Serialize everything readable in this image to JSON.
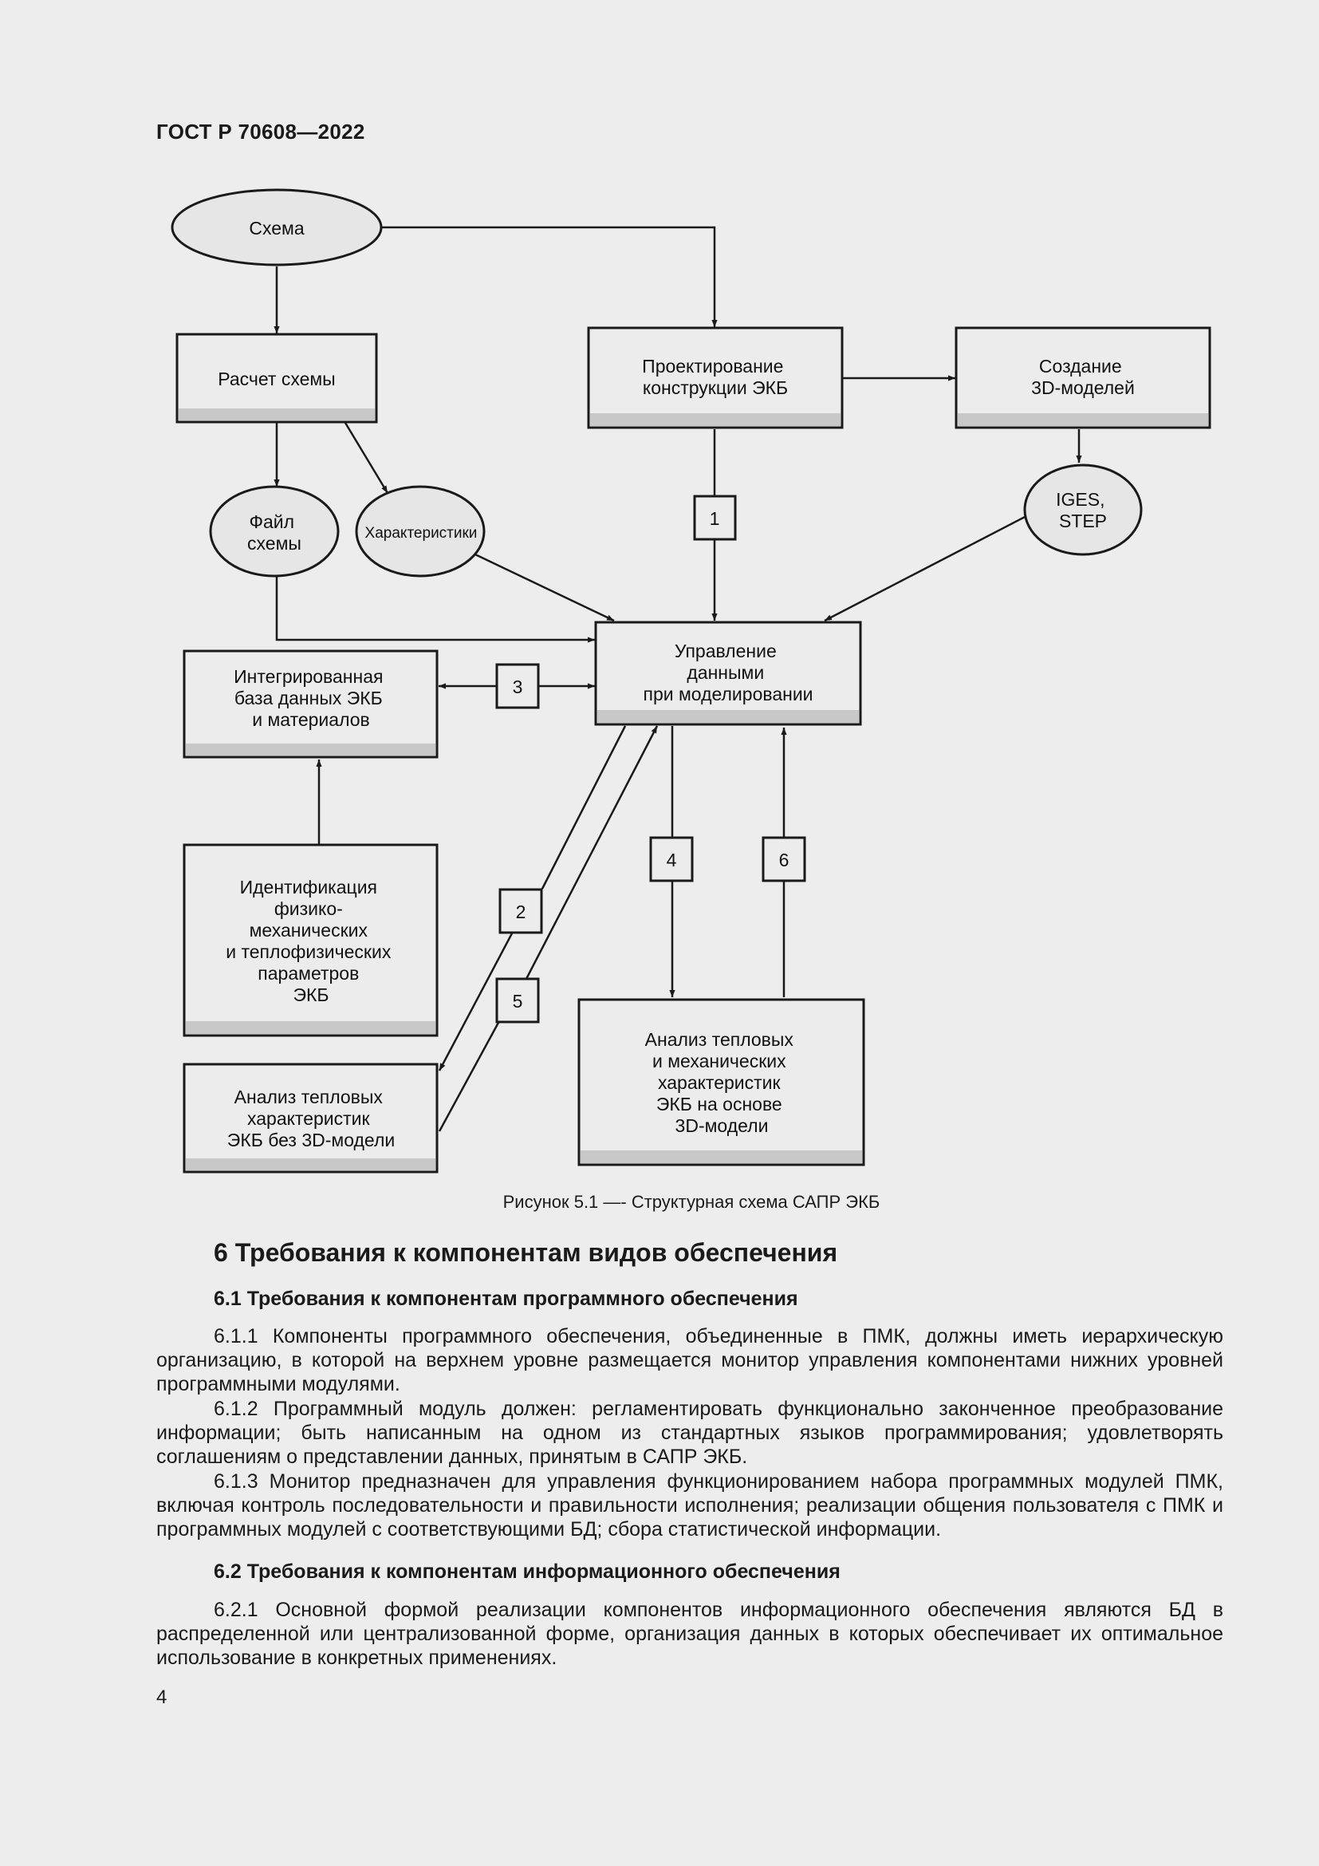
{
  "header": {
    "doc_code": "ГОСТ Р 70608—2022"
  },
  "diagram": {
    "nodes": {
      "schema": "Схема",
      "calc": "Расчет схемы",
      "design": [
        "Проектирование",
        "конструкции ЭКБ"
      ],
      "models3d": [
        "Создание",
        "3D-моделей"
      ],
      "schema_file": [
        "Файл",
        "схемы"
      ],
      "characteristics": "Характеристики",
      "iges": [
        "IGES,",
        "STEP"
      ],
      "data_mgmt": [
        "Управление",
        "данными",
        "при моделировании"
      ],
      "integrated_db": [
        "Интегрированная",
        "база данных ЭКБ",
        "и материалов"
      ],
      "identification": [
        "Идентификация",
        "физико-",
        "механических",
        "и теплофизических",
        "параметров",
        "ЭКБ"
      ],
      "thermal_no3d": [
        "Анализ тепловых",
        "характеристик",
        "ЭКБ без 3D-модели"
      ],
      "thermal_3d": [
        "Анализ тепловых",
        "и механических",
        "характеристик",
        "ЭКБ на основе",
        "3D-модели"
      ]
    },
    "labels": [
      "1",
      "2",
      "3",
      "4",
      "5",
      "6"
    ]
  },
  "figure_caption": "Рисунок 5.1 —- Структурная схема САПР ЭКБ",
  "section": {
    "title": "6  Требования к компонентам видов обеспечения",
    "sub1_title": "6.1  Требования к компонентам программного обеспечения",
    "p611": "6.1.1  Компоненты программного обеспечения, объединенные в ПМК, должны иметь иерархическую организацию, в которой на верхнем уровне размещается монитор управления компонентами нижних уровней программными модулями.",
    "p612": "6.1.2  Программный модуль должен: регламентировать функционально законченное преобразование информации; быть написанным на одном из стандартных языков программирования; удовлетворять соглашениям о представлении данных, принятым в САПР ЭКБ.",
    "p613": "6.1.3  Монитор предназначен для управления функционированием набора программных модулей ПМК, включая контроль последовательности и правильности исполнения; реализации общения пользователя с ПМК и программных модулей с соответствующими БД; сбора статистической информации.",
    "sub2_title": "6.2  Требования к компонентам информационного обеспечения",
    "p621": "6.2.1  Основной формой реализации компонентов информационного обеспечения являются БД в распределенной или централизованной форме, организация данных в которых обеспечивает их оптимальное использование в конкретных применениях."
  },
  "footer": {
    "page_number": "4"
  }
}
